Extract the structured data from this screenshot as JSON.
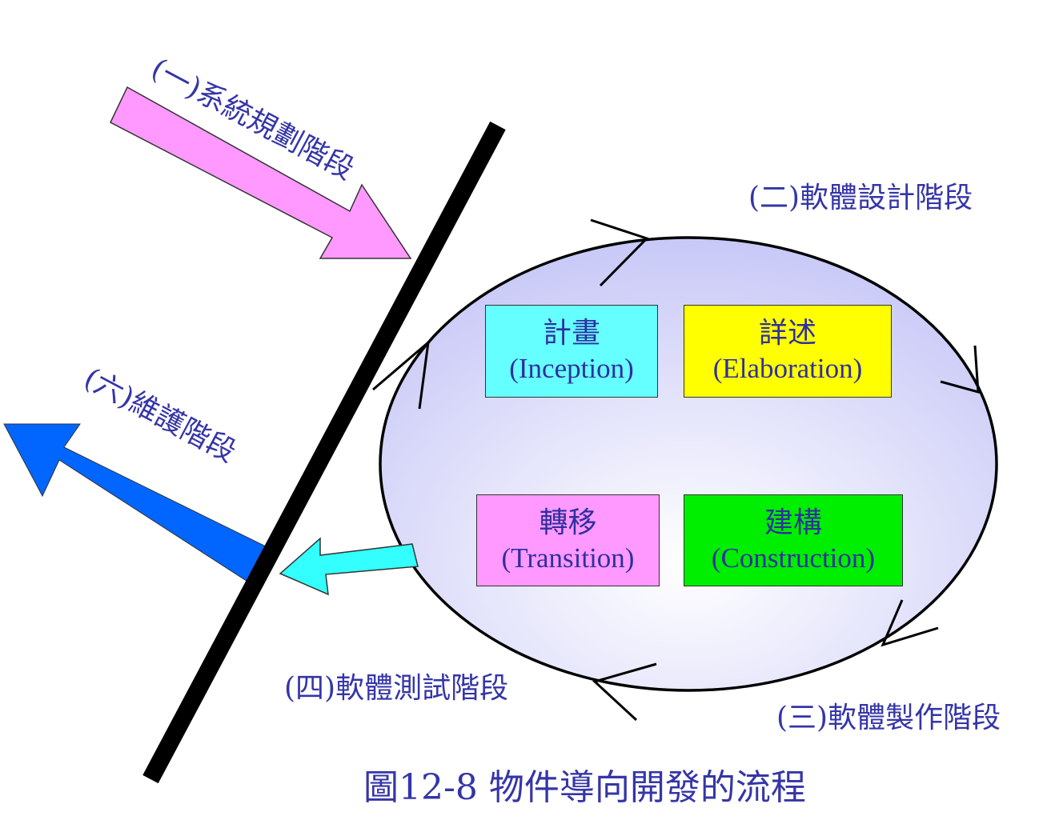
{
  "phases": {
    "planning": "(一)系統規劃階段",
    "design": "(二)軟體設計階段",
    "construction": "(三)軟體製作階段",
    "testing": "(四)軟體測試階段",
    "maintenance": "(六)維護階段"
  },
  "stages": {
    "inception": {
      "zh": "計畫",
      "en": "(Inception)"
    },
    "elaboration": {
      "zh": "詳述",
      "en": "(Elaboration)"
    },
    "transition": {
      "zh": "轉移",
      "en": "(Transition)"
    },
    "construction": {
      "zh": "建構",
      "en": "(Construction)"
    }
  },
  "caption": "圖12-8 物件導向開發的流程",
  "colors": {
    "text": "#3535a8",
    "planning_arrow": "#ff99ff",
    "maintenance_arrow": "#0066ff",
    "testing_arrow": "#33ffff",
    "inception_box": "#66ffff",
    "elaboration_box": "#ffff00",
    "transition_box": "#ff99ff",
    "construction_box": "#00ee00",
    "ellipse_fill": "#ccccff",
    "divider": "#000000"
  }
}
